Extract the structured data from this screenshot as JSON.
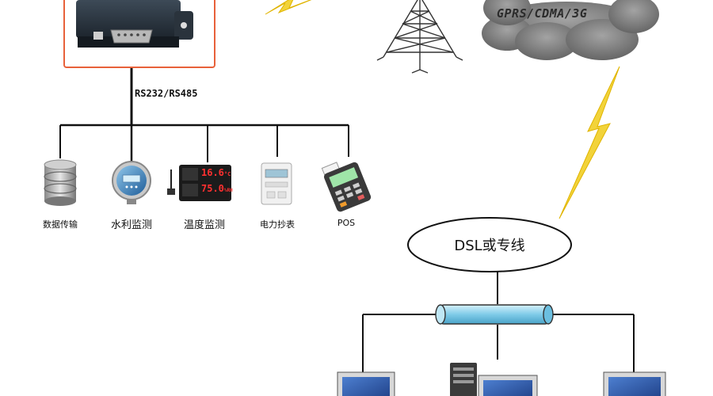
{
  "diagram": {
    "bus_label": "RS232/RS485",
    "devices": [
      {
        "label": "数据传输",
        "icon": "database-icon"
      },
      {
        "label": "水利监测",
        "icon": "pressure-gauge-icon"
      },
      {
        "label": "温度监测",
        "icon": "temperature-display-icon"
      },
      {
        "label": "电力抄表",
        "icon": "electric-meter-icon"
      },
      {
        "label": "POS",
        "icon": "pos-terminal-icon"
      }
    ],
    "temperature_display": {
      "value1": "16.6",
      "unit1": "°C",
      "value2": "75.0",
      "unit2": "%RH"
    },
    "cloud_label": "GPRS/CDMA/3G",
    "network_label": "DSL或专线",
    "colors": {
      "device_frame": "#e8613a",
      "lightning": "#f2d33a",
      "cloud": "#7d7d7d",
      "pipe": "#8fd3ec",
      "monitor_screen": "#2e5aa8"
    }
  }
}
